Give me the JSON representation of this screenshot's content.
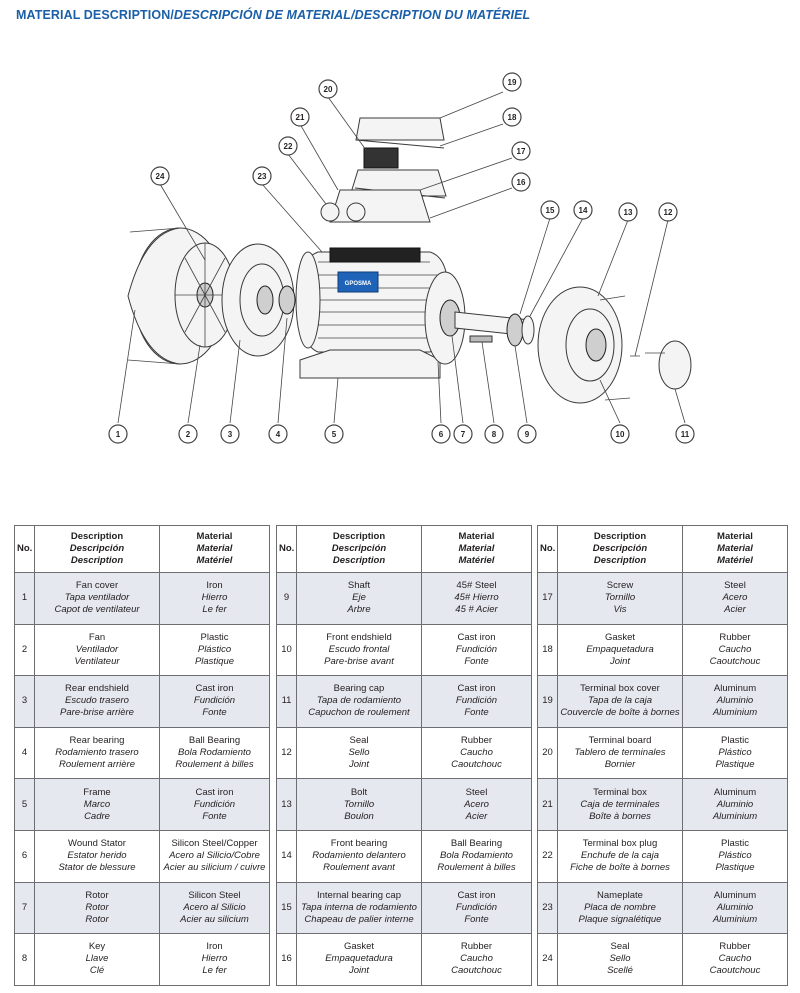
{
  "title": {
    "en": "MATERIAL DESCRIPTION/",
    "es": "DESCRIPCIÓN DE MATERIAL/",
    "fr": "DESCRIPTION DU MATÉRIEL"
  },
  "nameplate_label": "GPOSMA",
  "callouts": [
    "1",
    "2",
    "3",
    "4",
    "5",
    "6",
    "7",
    "8",
    "9",
    "10",
    "11",
    "12",
    "13",
    "14",
    "15",
    "16",
    "17",
    "18",
    "19",
    "20",
    "21",
    "22",
    "23",
    "24"
  ],
  "headers": {
    "no": "No.",
    "description": [
      "Description",
      "Descripción",
      "Description"
    ],
    "material": [
      "Material",
      "Material",
      "Matériel"
    ]
  },
  "parts": [
    {
      "no": "1",
      "desc": [
        "Fan cover",
        "Tapa ventilador",
        "Capot de ventilateur"
      ],
      "mat": [
        "Iron",
        "Hierro",
        "Le fer"
      ]
    },
    {
      "no": "2",
      "desc": [
        "Fan",
        "Ventilador",
        "Ventilateur"
      ],
      "mat": [
        "Plastic",
        "Plástico",
        "Plastique"
      ]
    },
    {
      "no": "3",
      "desc": [
        "Rear endshield",
        "Escudo trasero",
        "Pare-brise arrière"
      ],
      "mat": [
        "Cast iron",
        "Fundición",
        "Fonte"
      ]
    },
    {
      "no": "4",
      "desc": [
        "Rear bearing",
        "Rodamiento trasero",
        "Roulement arrière"
      ],
      "mat": [
        "Ball Bearing",
        "Bola Rodamiento",
        "Roulement à billes"
      ]
    },
    {
      "no": "5",
      "desc": [
        "Frame",
        "Marco",
        "Cadre"
      ],
      "mat": [
        "Cast iron",
        "Fundición",
        "Fonte"
      ]
    },
    {
      "no": "6",
      "desc": [
        "Wound Stator",
        "Estator herido",
        "Stator de blessure"
      ],
      "mat": [
        "Silicon Steel/Copper",
        "Acero al Silicio/Cobre",
        "Acier au silicium / cuivre"
      ]
    },
    {
      "no": "7",
      "desc": [
        "Rotor",
        "Rotor",
        "Rotor"
      ],
      "mat": [
        "Silicon Steel",
        "Acero al Silicio",
        "Acier au silicium"
      ]
    },
    {
      "no": "8",
      "desc": [
        "Key",
        "Llave",
        "Clé"
      ],
      "mat": [
        "Iron",
        "Hierro",
        "Le fer"
      ]
    },
    {
      "no": "9",
      "desc": [
        "Shaft",
        "Eje",
        "Arbre"
      ],
      "mat": [
        "45# Steel",
        "45# Hierro",
        "45 # Acier"
      ]
    },
    {
      "no": "10",
      "desc": [
        "Front endshield",
        "Escudo frontal",
        "Pare-brise avant"
      ],
      "mat": [
        "Cast iron",
        "Fundición",
        "Fonte"
      ]
    },
    {
      "no": "11",
      "desc": [
        "Bearing cap",
        "Tapa de rodamiento",
        "Capuchon de roulement"
      ],
      "mat": [
        "Cast iron",
        "Fundición",
        "Fonte"
      ]
    },
    {
      "no": "12",
      "desc": [
        "Seal",
        "Sello",
        "Joint"
      ],
      "mat": [
        "Rubber",
        "Caucho",
        "Caoutchouc"
      ]
    },
    {
      "no": "13",
      "desc": [
        "Bolt",
        "Tornillo",
        "Boulon"
      ],
      "mat": [
        "Steel",
        "Acero",
        "Acier"
      ]
    },
    {
      "no": "14",
      "desc": [
        "Front bearing",
        "Rodamiento delantero",
        "Roulement avant"
      ],
      "mat": [
        "Ball Bearing",
        "Bola Rodamiento",
        "Roulement à billes"
      ]
    },
    {
      "no": "15",
      "desc": [
        "Internal bearing cap",
        "Tapa interna de rodamiento",
        "Chapeau de palier interne"
      ],
      "mat": [
        "Cast iron",
        "Fundición",
        "Fonte"
      ]
    },
    {
      "no": "16",
      "desc": [
        "Gasket",
        "Empaquetadura",
        "Joint"
      ],
      "mat": [
        "Rubber",
        "Caucho",
        "Caoutchouc"
      ]
    },
    {
      "no": "17",
      "desc": [
        "Screw",
        "Tornillo",
        "Vis"
      ],
      "mat": [
        "Steel",
        "Acero",
        "Acier"
      ]
    },
    {
      "no": "18",
      "desc": [
        "Gasket",
        "Empaquetadura",
        "Joint"
      ],
      "mat": [
        "Rubber",
        "Caucho",
        "Caoutchouc"
      ]
    },
    {
      "no": "19",
      "desc": [
        "Terminal box cover",
        "Tapa de la caja",
        "Couvercle de boîte à bornes"
      ],
      "mat": [
        "Aluminum",
        "Aluminio",
        "Aluminium"
      ]
    },
    {
      "no": "20",
      "desc": [
        "Terminal board",
        "Tablero de terminales",
        "Bornier"
      ],
      "mat": [
        "Plastic",
        "Plástico",
        "Plastique"
      ]
    },
    {
      "no": "21",
      "desc": [
        "Terminal box",
        "Caja de terminales",
        "Boîte à bornes"
      ],
      "mat": [
        "Aluminum",
        "Aluminio",
        "Aluminium"
      ]
    },
    {
      "no": "22",
      "desc": [
        "Terminal box plug",
        "Enchufe de la caja",
        "Fiche de boîte à bornes"
      ],
      "mat": [
        "Plastic",
        "Plástico",
        "Plastique"
      ]
    },
    {
      "no": "23",
      "desc": [
        "Nameplate",
        "Placa de nombre",
        "Plaque signalétique"
      ],
      "mat": [
        "Aluminum",
        "Aluminio",
        "Aluminium"
      ]
    },
    {
      "no": "24",
      "desc": [
        "Seal",
        "Sello",
        "Scellé"
      ],
      "mat": [
        "Rubber",
        "Caucho",
        "Caoutchouc"
      ]
    }
  ],
  "colors": {
    "title": "#1a5fa8",
    "row_shade": "#e6e8ef",
    "border": "#6d6e71",
    "nameplate": "#1e63b8"
  }
}
